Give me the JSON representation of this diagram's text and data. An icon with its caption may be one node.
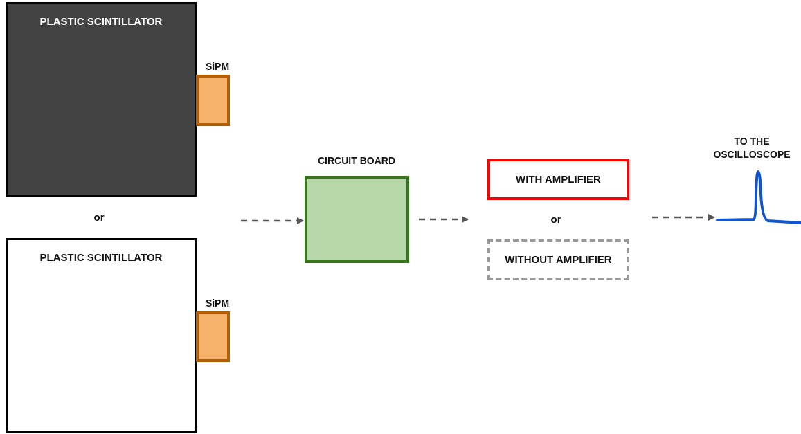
{
  "diagram": {
    "nodes": [
      {
        "text": [
          "PLASTIC SCINTILLATOR"
        ]
      },
      {
        "text": [],
        "shape": "box",
        "beside": [
          "SiPM"
        ]
      },
      {
        "text": [
          "PLASTIC SCINTILLATOR"
        ]
      },
      {
        "text": [],
        "shape": "box",
        "beside": [
          "SiPM"
        ]
      },
      {
        "text": [],
        "shape": "box",
        "beside": [
          "CIRCUIT BOARD"
        ]
      },
      {
        "text": [
          "WITH AMPLIFIER"
        ]
      },
      {
        "text": [
          "WITHOUT AMPLIFIER"
        ]
      },
      {
        "text": [],
        "shape": "picture",
        "beside": [
          "TO THE OSCILLOSCOPE"
        ]
      }
    ],
    "edges": [
      {
        "from": null,
        "to": 4,
        "arrow": "to",
        "style": "dashed"
      },
      {
        "from": 4,
        "to": null,
        "arrow": "to",
        "style": "dashed"
      },
      {
        "from": null,
        "to": 7,
        "arrow": "to",
        "style": "dashed"
      }
    ],
    "labels": [
      "or",
      "or"
    ]
  }
}
